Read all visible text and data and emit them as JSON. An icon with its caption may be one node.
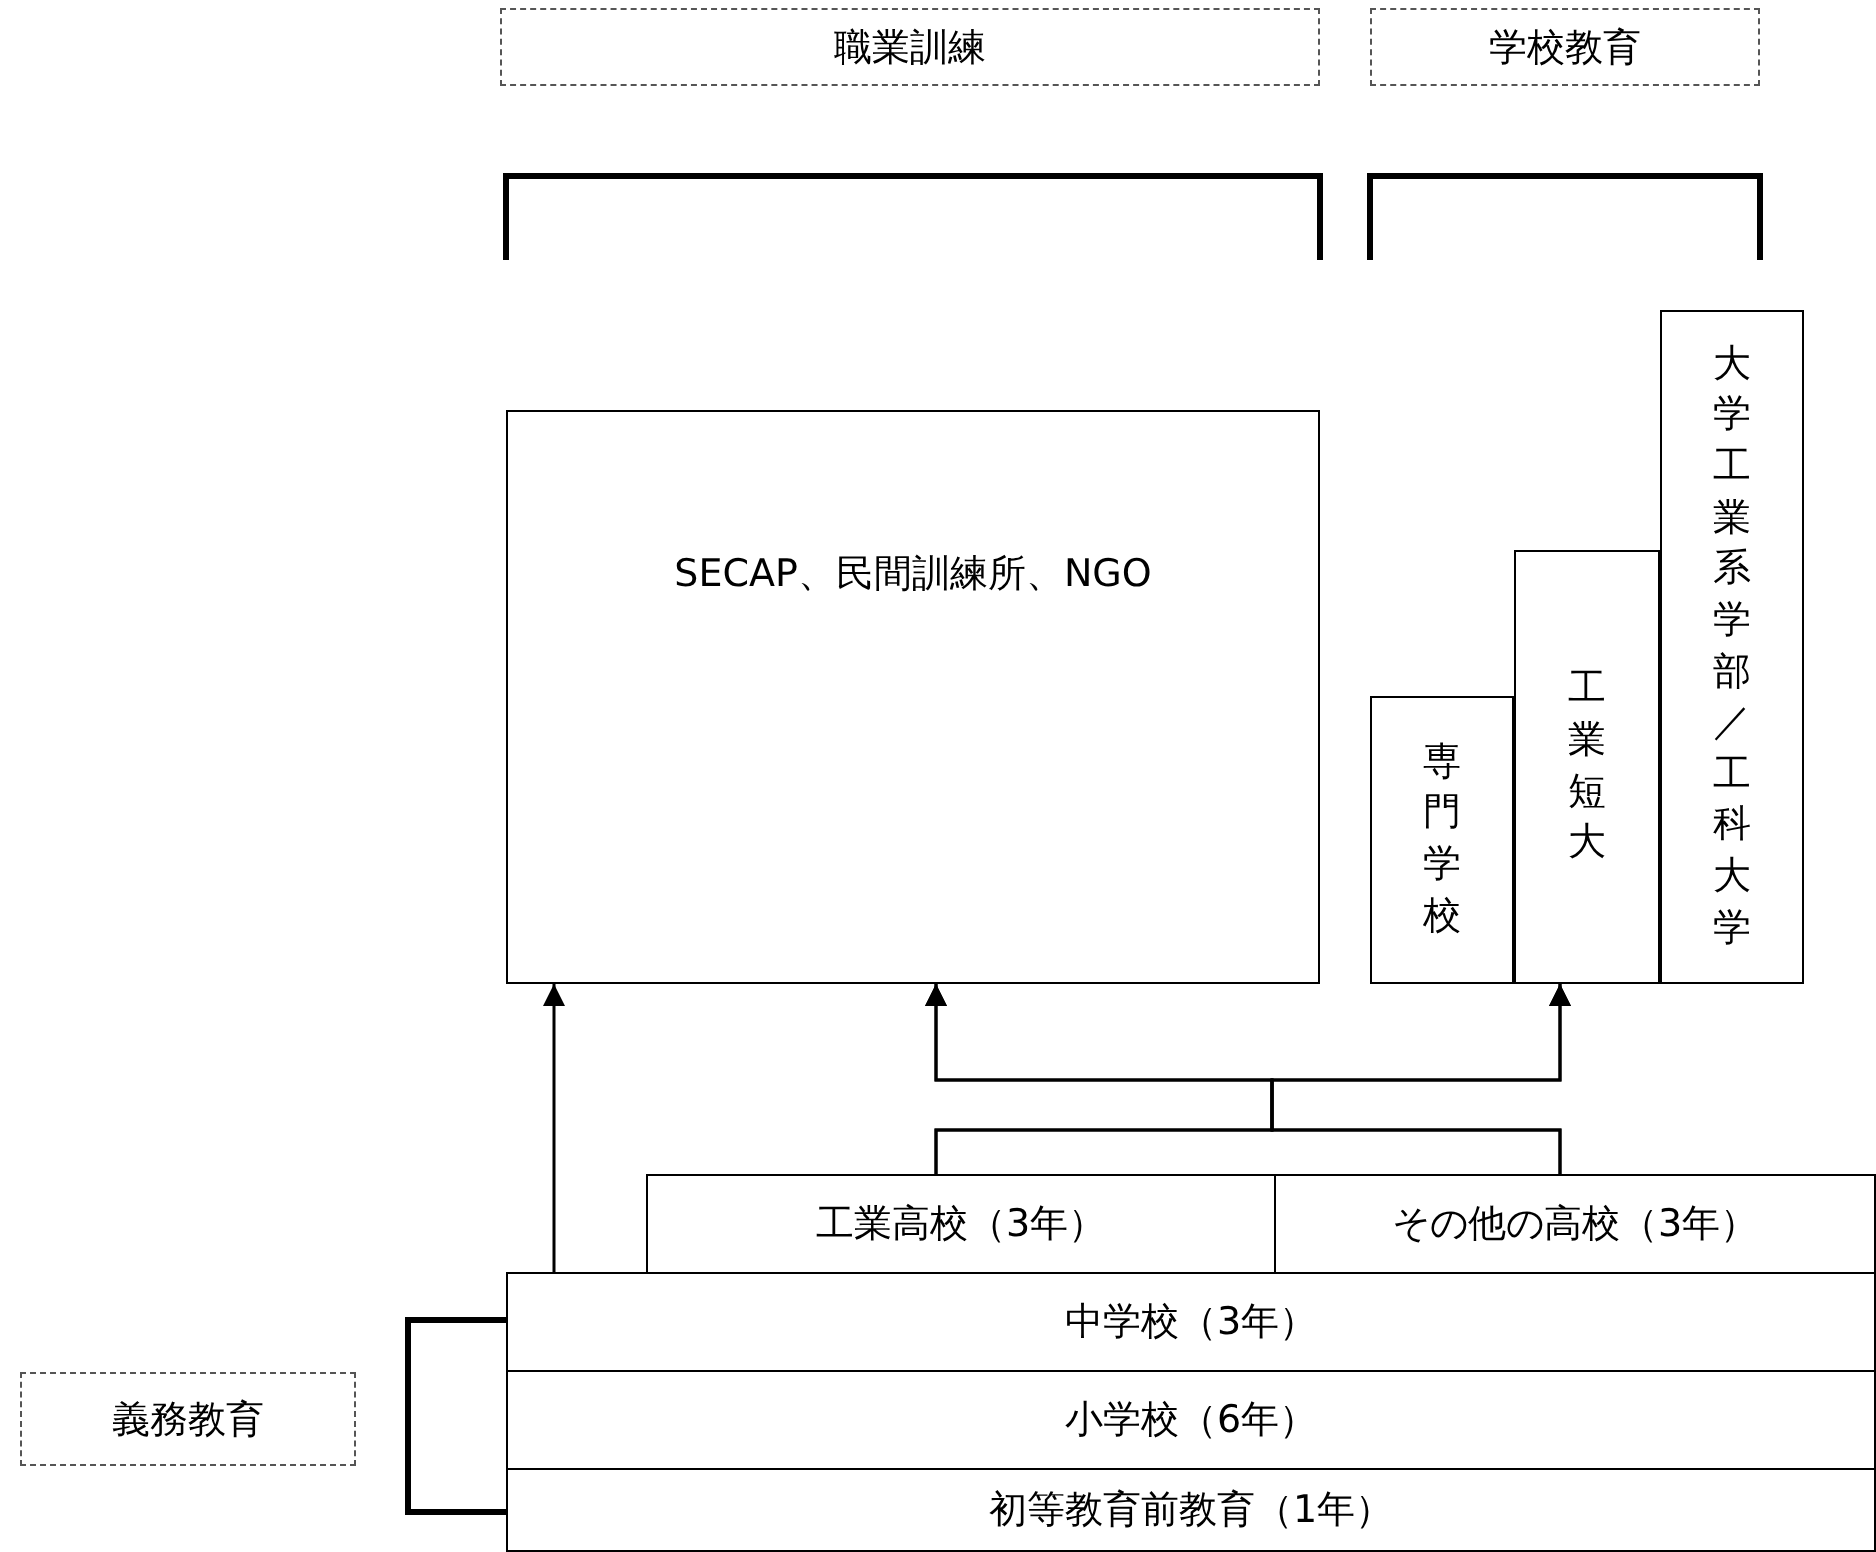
{
  "diagram": {
    "nodes": [
      {
        "text": [
          "職業訓練"
        ]
      },
      {
        "text": [
          "学校教育"
        ]
      },
      {
        "text": [
          "SECAP、民間訓練所、NGO"
        ]
      },
      {
        "text": [
          "専門学校"
        ]
      },
      {
        "text": [
          "工業短大"
        ]
      },
      {
        "text": [
          "大学工業系学部／工科大学"
        ]
      },
      {
        "text": [
          "工業高校（3年）"
        ]
      },
      {
        "text": [
          "その他の高校（3年）"
        ]
      },
      {
        "text": [
          "中学校（3年）"
        ]
      },
      {
        "text": [
          "小学校（6年）"
        ]
      },
      {
        "text": [
          "初等教育前教育（1年）"
        ]
      },
      {
        "text": [
          "義務教育"
        ]
      }
    ],
    "edges": [
      {
        "from": 8,
        "to": 2,
        "arrow": "to"
      },
      {
        "from": 6,
        "to": 2,
        "arrow": "to"
      },
      {
        "from": 6,
        "to": 4,
        "arrow": "to"
      },
      {
        "from": 7,
        "to": 2,
        "arrow": "to"
      },
      {
        "from": 7,
        "to": 4,
        "arrow": "to"
      }
    ]
  }
}
